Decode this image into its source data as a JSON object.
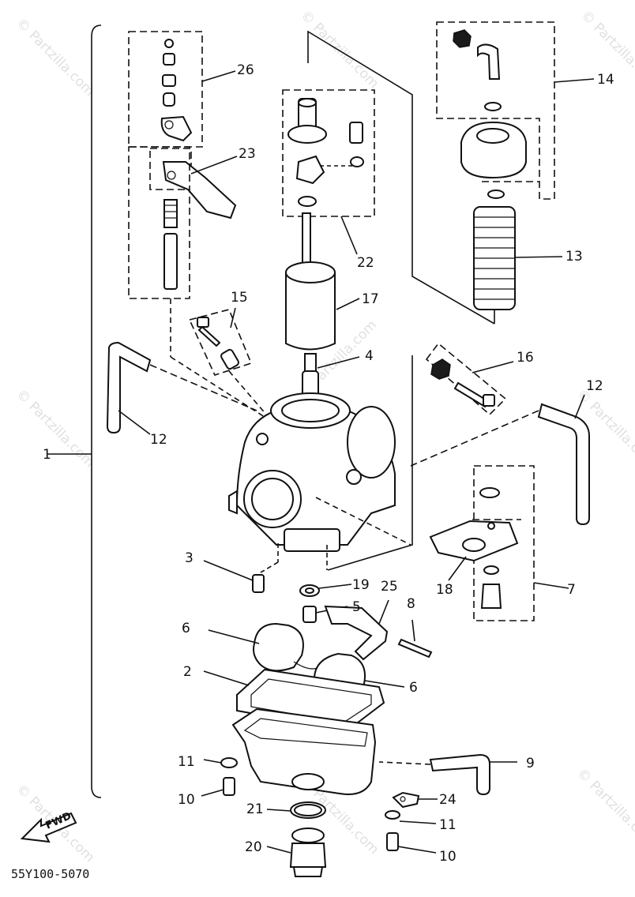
{
  "diagram_code": "55Y100-5070",
  "fwd_label": "FWD",
  "watermark": "© Partzilla.com",
  "callouts": {
    "c1": "1",
    "c2": "2",
    "c3": "3",
    "c4": "4",
    "c5": "5",
    "c6a": "6",
    "c6b": "6",
    "c7": "7",
    "c8": "8",
    "c9": "9",
    "c10a": "10",
    "c10b": "10",
    "c11a": "11",
    "c11b": "11",
    "c12a": "12",
    "c12b": "12",
    "c13": "13",
    "c14": "14",
    "c15": "15",
    "c16": "16",
    "c17": "17",
    "c18": "18",
    "c19": "19",
    "c20": "20",
    "c21": "21",
    "c22": "22",
    "c23": "23",
    "c24": "24",
    "c25": "25",
    "c26": "26"
  }
}
